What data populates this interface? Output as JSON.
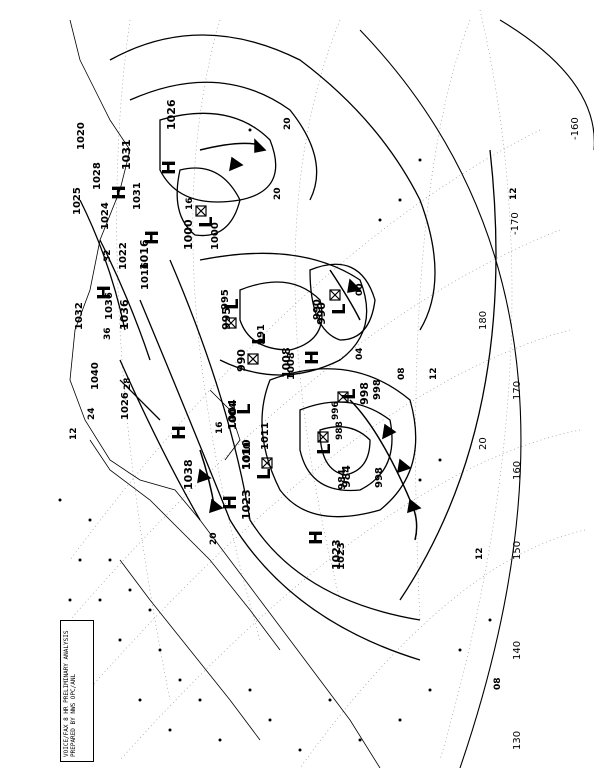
{
  "map": {
    "title_lines": [
      "VOICE/FAX 8 HR PRELIMINARY ANALYSIS",
      "PREPARED BY NWS OPC/ANL"
    ],
    "lat_lon_labels": [
      "-160",
      "-170",
      "180",
      "170",
      "160",
      "150",
      "140",
      "130",
      "20"
    ],
    "isobar_labels": [
      "1020",
      "1024",
      "1028",
      "1032",
      "1036",
      "1040",
      "1031",
      "1026",
      "1016",
      "1000",
      "995",
      "991",
      "990",
      "1008",
      "1011",
      "1004",
      "1010",
      "984",
      "998",
      "996",
      "988",
      "1023",
      "1038",
      "1022",
      "1025",
      "08",
      "04",
      "00",
      "12",
      "16",
      "20",
      "24",
      "28",
      "32",
      "36"
    ],
    "highs": [
      {
        "label": "H",
        "value": "1026"
      },
      {
        "label": "H",
        "value": "1031"
      },
      {
        "label": "H",
        "value": "1016"
      },
      {
        "label": "H",
        "value": "1036"
      },
      {
        "label": "H",
        "value": "1008"
      },
      {
        "label": "H",
        "value": "1023"
      },
      {
        "label": "H",
        "value": "1023"
      },
      {
        "label": "H",
        "value": "1038"
      }
    ],
    "lows": [
      {
        "label": "L",
        "value": "1000"
      },
      {
        "label": "L",
        "value": "995"
      },
      {
        "label": "L",
        "value": "990"
      },
      {
        "label": "L",
        "value": "990"
      },
      {
        "label": "L",
        "value": "998"
      },
      {
        "label": "L",
        "value": "984"
      },
      {
        "label": "L",
        "value": "1010"
      },
      {
        "label": "L",
        "value": "1004"
      }
    ]
  }
}
